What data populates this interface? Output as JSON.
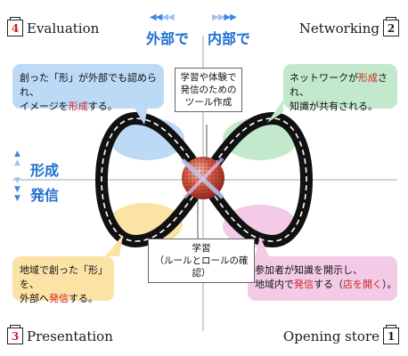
{
  "corners": {
    "top_left": {
      "number": "4",
      "label": "Evaluation"
    },
    "top_right": {
      "number": "2",
      "label": "Networking"
    },
    "bottom_left": {
      "number": "3",
      "label": "Presentation"
    },
    "bottom_right": {
      "number": "1",
      "label": "Opening store"
    }
  },
  "axis": {
    "outside": "外部で",
    "inside": "内部で",
    "form": "形成",
    "transmit": "発信"
  },
  "bubbles": {
    "top_left": {
      "line1": "創った「形」が外部でも認められ、",
      "line2_a": "イメージを",
      "line2_hl": "形成",
      "line2_b": "する。"
    },
    "top_right": {
      "line1_a": "ネットワークが",
      "line1_hl": "形成",
      "line1_b": "され、",
      "line2": "知識が共有される。"
    },
    "bottom_left": {
      "line1": "地域で創った「形」を、",
      "line2_a": "外部へ",
      "line2_hl": "発信",
      "line2_b": "する。"
    },
    "bottom_right": {
      "line1": "参加者が知識を開示し、",
      "line2_a": "地域内で",
      "line2_hl": "発信",
      "line2_b": "する（",
      "line2_hl2": "店を開く",
      "line2_c": "）。"
    }
  },
  "callouts": {
    "top": {
      "line1": "学習や体験で",
      "line2": "発信のための",
      "line3": "ツール作成"
    },
    "bottom": {
      "line1": "学習",
      "line2": "（ルールとロールの確認）"
    }
  },
  "colors": {
    "accent_blue": "#1f6fd1",
    "highlight_red": "#d0231f",
    "bubble_blue": "#bcd9f5",
    "bubble_green": "#c3e9cc",
    "bubble_yellow": "#fbe3a6",
    "bubble_pink": "#f3cbe6"
  }
}
